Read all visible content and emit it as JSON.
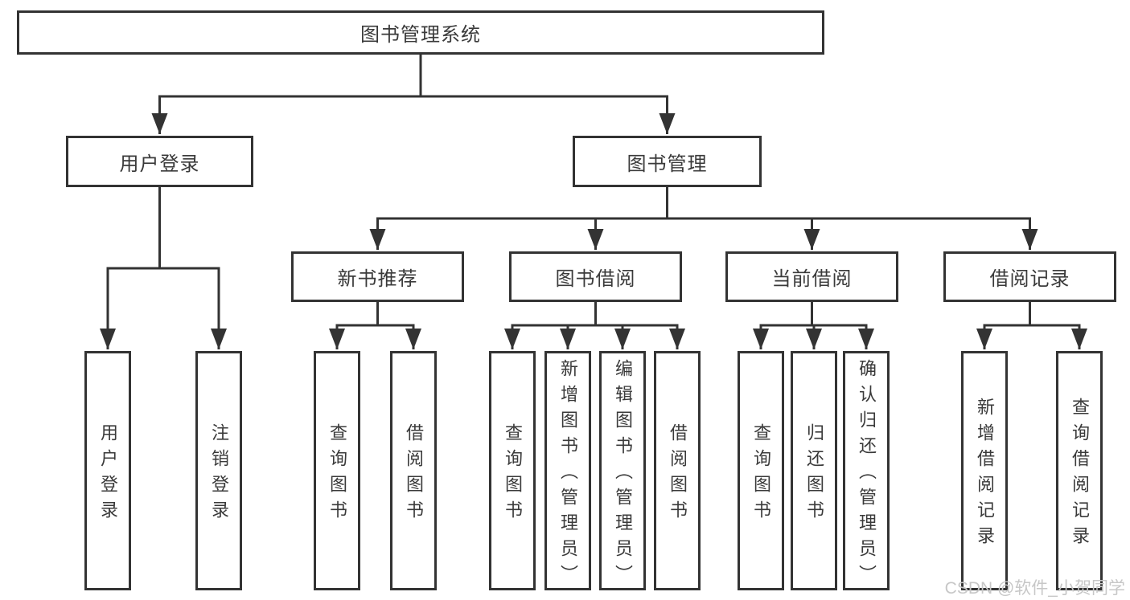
{
  "diagram": {
    "root": {
      "label": "图书管理系统"
    },
    "level2": [
      {
        "label": "用户登录",
        "children": [
          {
            "label": "用户登录"
          },
          {
            "label": "注销登录"
          }
        ]
      },
      {
        "label": "图书管理",
        "children": [
          {
            "label": "新书推荐",
            "children": [
              {
                "label": "查询图书"
              },
              {
                "label": "借阅图书"
              }
            ]
          },
          {
            "label": "图书借阅",
            "children": [
              {
                "label": "查询图书"
              },
              {
                "label": "新增图书（管理员）"
              },
              {
                "label": "编辑图书（管理员）"
              },
              {
                "label": "借阅图书"
              }
            ]
          },
          {
            "label": "当前借阅",
            "children": [
              {
                "label": "查询图书"
              },
              {
                "label": "归还图书"
              },
              {
                "label": "确认归还（管理员）"
              }
            ]
          },
          {
            "label": "借阅记录",
            "children": [
              {
                "label": "新增借阅记录"
              },
              {
                "label": "查询借阅记录"
              }
            ]
          }
        ]
      }
    ]
  },
  "watermark": {
    "text": "CSDN @软件_小贺同学"
  },
  "colors": {
    "line": "#333333",
    "text": "#3a3a3a",
    "watermark": "#c7c7c7",
    "background": "#ffffff"
  }
}
